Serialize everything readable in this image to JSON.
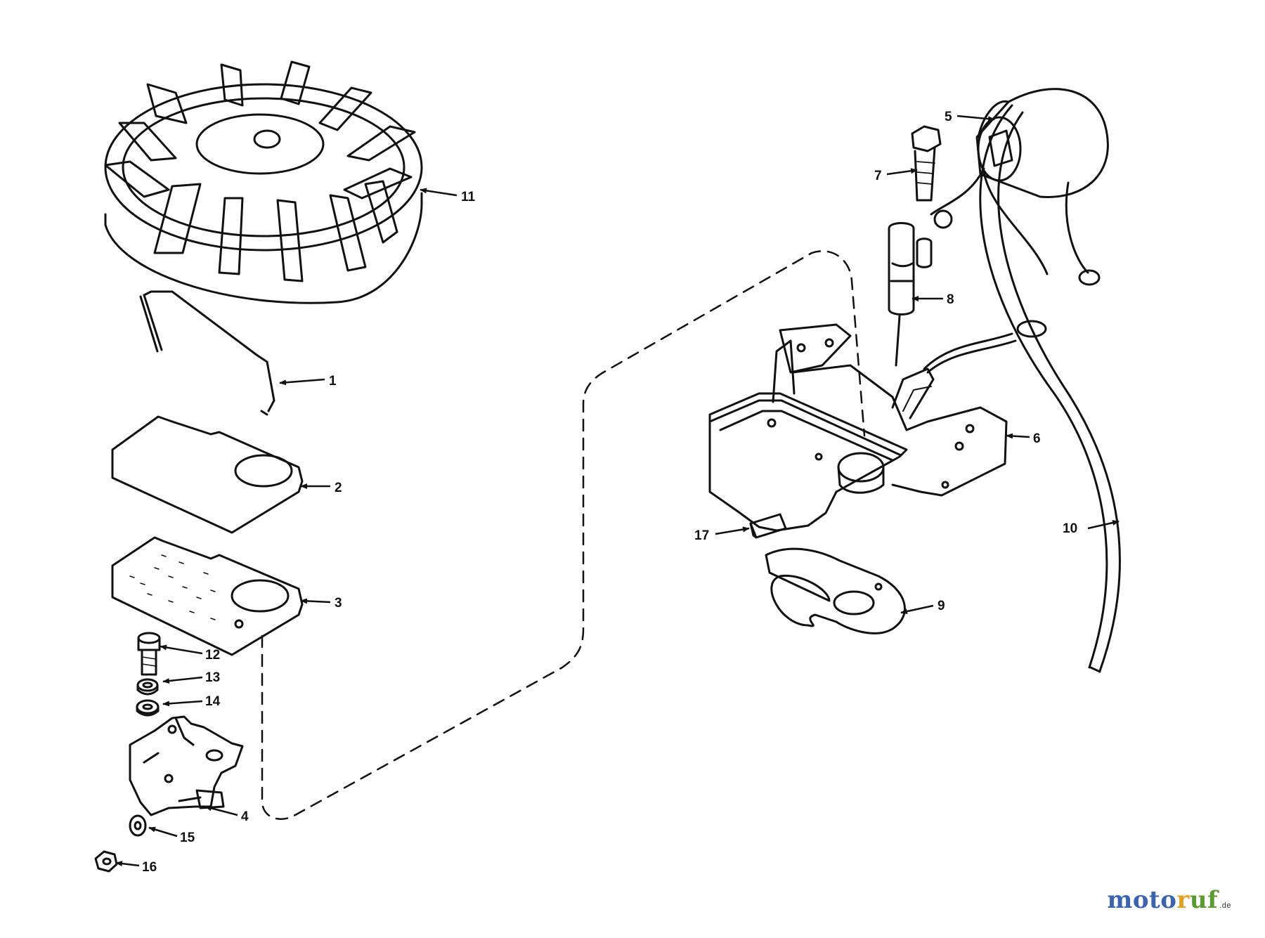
{
  "parts": [
    {
      "id": "part-1",
      "label": "1"
    },
    {
      "id": "part-2",
      "label": "2"
    },
    {
      "id": "part-3",
      "label": "3"
    },
    {
      "id": "part-4",
      "label": "4"
    },
    {
      "id": "part-5",
      "label": "5"
    },
    {
      "id": "part-6",
      "label": "6"
    },
    {
      "id": "part-7",
      "label": "7"
    },
    {
      "id": "part-8",
      "label": "8"
    },
    {
      "id": "part-9",
      "label": "9"
    },
    {
      "id": "part-10",
      "label": "10"
    },
    {
      "id": "part-11",
      "label": "11"
    },
    {
      "id": "part-12",
      "label": "12"
    },
    {
      "id": "part-13",
      "label": "13"
    },
    {
      "id": "part-14",
      "label": "14"
    },
    {
      "id": "part-15",
      "label": "15"
    },
    {
      "id": "part-16",
      "label": "16"
    },
    {
      "id": "part-17",
      "label": "17"
    }
  ],
  "watermark": {
    "segments": [
      {
        "text": "moto",
        "color": "#3a63b0"
      },
      {
        "text": "r",
        "color": "#e3a11f"
      },
      {
        "text": "uf",
        "color": "#5a9a2e"
      }
    ],
    "suffix": ".de"
  },
  "colors": {
    "ink": "#111111",
    "paper": "#ffffff"
  }
}
